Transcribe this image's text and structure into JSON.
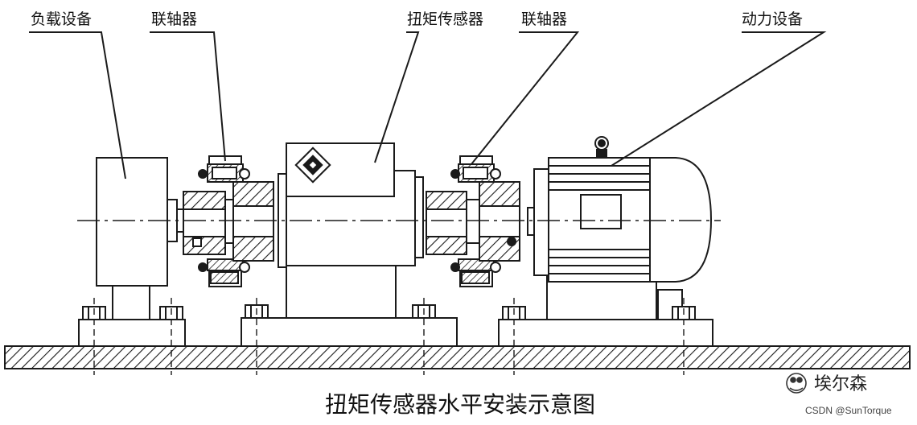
{
  "labels": {
    "load": "负载设备",
    "coupling_left": "联轴器",
    "torque_sensor": "扭矩传感器",
    "coupling_right": "联轴器",
    "power": "动力设备"
  },
  "caption": "扭矩传感器水平安装示意图",
  "watermark": {
    "brand": "埃尔森",
    "credit": "CSDN @SunTorque"
  },
  "colors": {
    "line": "#1a1a1a",
    "hatch": "#1a1a1a",
    "background": "#ffffff"
  }
}
